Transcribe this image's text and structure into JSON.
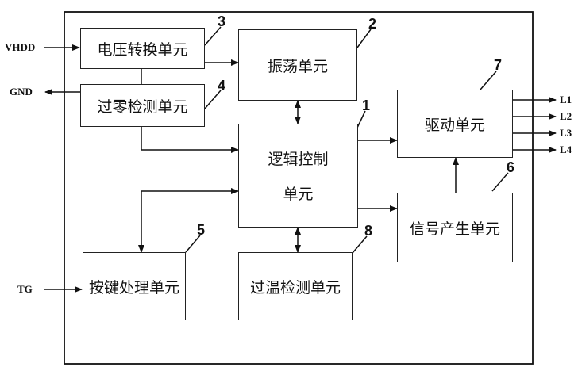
{
  "blocks": {
    "voltage_conversion": "电压转换单元",
    "zero_crossing": "过零检测单元",
    "oscillation": "振荡单元",
    "logic_control_line1": "逻辑控制",
    "logic_control_line2": "单元",
    "drive": "驱动单元",
    "signal_generation": "信号产生单元",
    "key_processing": "按键处理单元",
    "over_temperature": "过温检测单元"
  },
  "ref_numbers": {
    "logic_control": "1",
    "oscillation": "2",
    "voltage_conversion": "3",
    "zero_crossing": "4",
    "key_processing": "5",
    "signal_generation": "6",
    "drive": "7",
    "over_temperature": "8"
  },
  "signals": {
    "vhdd": "VHDD",
    "gnd": "GND",
    "tg": "TG",
    "outputs": [
      "L1",
      "L2",
      "L3",
      "L4"
    ]
  }
}
